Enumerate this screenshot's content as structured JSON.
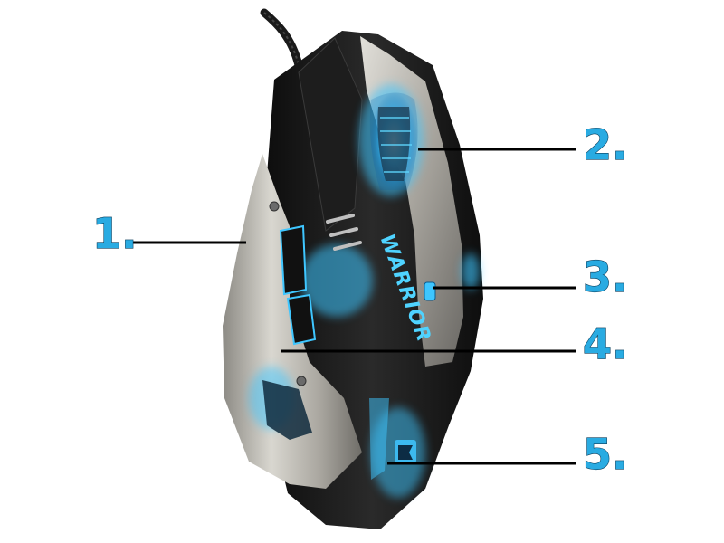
{
  "product": {
    "brand_text": "WARRIOR"
  },
  "callouts": [
    {
      "label": "1."
    },
    {
      "label": "2."
    },
    {
      "label": "3."
    },
    {
      "label": "4."
    },
    {
      "label": "5."
    }
  ],
  "colors": {
    "accent_blue": "#29abe2",
    "glow_blue": "#4fd3ff",
    "body_black": "#141414",
    "metal_silver": "#b7b5ae",
    "leader_line": "#000000"
  }
}
